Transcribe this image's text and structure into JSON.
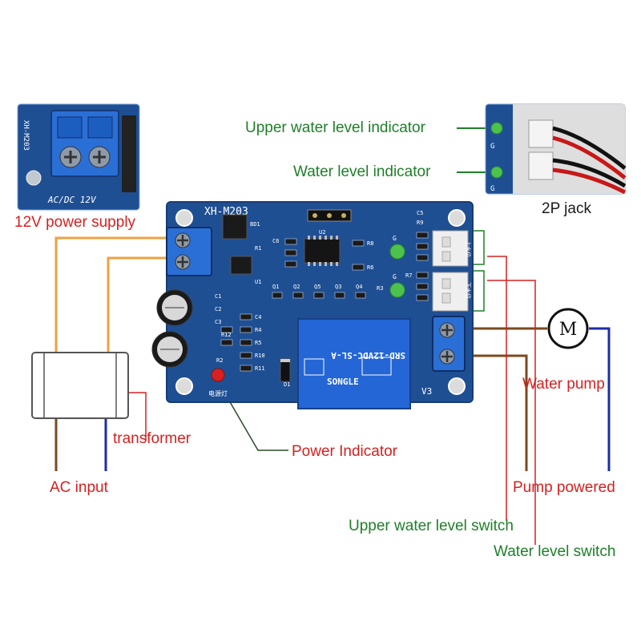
{
  "board": {
    "model": "XH-M203",
    "voltage_text": "AC/DC 12V",
    "relay_text": "SRD-12VDC-SL-A",
    "relay_brand": "SONGLE",
    "port_label": "V3",
    "silk_labels": [
      "C6",
      "C5",
      "R8",
      "R9",
      "U2",
      "R6",
      "R3",
      "R7",
      "Q1",
      "Q2",
      "Q3",
      "Q4",
      "Q5",
      "C4",
      "R4",
      "R5",
      "R10",
      "R11",
      "R2",
      "R1",
      "D1",
      "U1",
      "BD1",
      "C1",
      "C2",
      "C3",
      "R12"
    ]
  },
  "labels": {
    "upper_indicator": "Upper water level indicator",
    "level_indicator": "Water level indicator",
    "jack": "2P jack",
    "power_supply": "12V power supply",
    "transformer": "transformer",
    "ac_input": "AC input",
    "power_indicator": "Power Indicator",
    "water_pump": "Water pump",
    "pump_powered": "Pump powered",
    "upper_switch": "Upper water level switch",
    "level_switch": "Water level switch"
  },
  "motor_symbol": "M",
  "colors": {
    "pcb": "#1f4f93",
    "pcb_dark": "#183c75",
    "terminal": "#2a6fd6",
    "wire_orange": "#f0a040",
    "wire_brown": "#7a4a1e",
    "wire_blue": "#1c2ea8",
    "wire_red": "#d62020",
    "label_red": "#d62020",
    "label_green": "#1f7f2a",
    "led_green": "#4cc24c",
    "led_red": "#d92020"
  }
}
